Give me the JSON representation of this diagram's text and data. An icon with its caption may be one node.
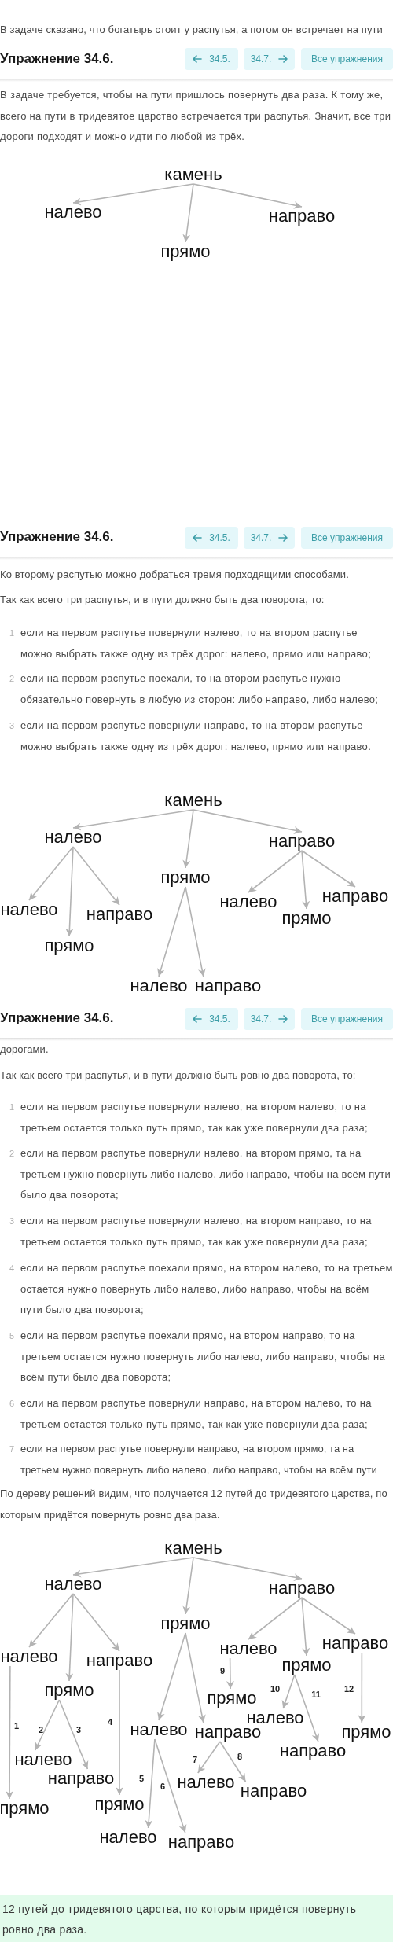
{
  "diagram": {
    "nodes": [
      {
        "text": [
          "камень"
        ]
      },
      {
        "text": [
          "налево"
        ]
      },
      {
        "text": [
          "прямо"
        ]
      },
      {
        "text": [
          "направо"
        ]
      },
      {
        "text": [
          "камень"
        ]
      },
      {
        "text": [
          "налево"
        ]
      },
      {
        "text": [
          "прямо"
        ]
      },
      {
        "text": [
          "направо"
        ]
      },
      {
        "text": [
          "налево"
        ]
      },
      {
        "text": [
          "прямо"
        ]
      },
      {
        "text": [
          "направо"
        ]
      },
      {
        "text": [
          "налево"
        ]
      },
      {
        "text": [
          "направо"
        ]
      },
      {
        "text": [
          "налево"
        ]
      },
      {
        "text": [
          "прямо"
        ]
      },
      {
        "text": [
          "направо"
        ]
      },
      {
        "text": [
          "камень"
        ]
      },
      {
        "text": [
          "налево"
        ]
      },
      {
        "text": [
          "прямо"
        ]
      },
      {
        "text": [
          "направо"
        ]
      },
      {
        "text": [
          "налево"
        ]
      },
      {
        "text": [
          "прямо"
        ]
      },
      {
        "text": [
          "направо"
        ]
      },
      {
        "text": [
          "налево"
        ]
      },
      {
        "text": [
          "направо"
        ]
      },
      {
        "text": [
          "налево"
        ]
      },
      {
        "text": [
          "прямо"
        ]
      },
      {
        "text": [
          "направо"
        ]
      },
      {
        "text": [
          "прямо"
        ]
      },
      {
        "text": [
          "налево"
        ]
      },
      {
        "text": [
          "направо"
        ]
      },
      {
        "text": [
          "прямо"
        ]
      },
      {
        "text": [
          "налево"
        ]
      },
      {
        "text": [
          "направо"
        ]
      },
      {
        "text": [
          "налево"
        ]
      },
      {
        "text": [
          "направо"
        ]
      },
      {
        "text": [
          "прямо"
        ]
      },
      {
        "text": [
          "налево"
        ]
      },
      {
        "text": [
          "направо"
        ]
      },
      {
        "text": [
          "прямо"
        ]
      }
    ],
    "edges": [
      {
        "from": 0,
        "to": 1,
        "arrow": "to"
      },
      {
        "from": 0,
        "to": 2,
        "arrow": "to"
      },
      {
        "from": 0,
        "to": 3,
        "arrow": "to"
      },
      {
        "from": 4,
        "to": 5,
        "arrow": "to"
      },
      {
        "from": 4,
        "to": 6,
        "arrow": "to"
      },
      {
        "from": 4,
        "to": 7,
        "arrow": "to"
      },
      {
        "from": 5,
        "to": 8,
        "arrow": "to"
      },
      {
        "from": 5,
        "to": 9,
        "arrow": "to"
      },
      {
        "from": 5,
        "to": 10,
        "arrow": "to"
      },
      {
        "from": 6,
        "to": 11,
        "arrow": "to"
      },
      {
        "from": 6,
        "to": 12,
        "arrow": "to"
      },
      {
        "from": 7,
        "to": 13,
        "arrow": "to"
      },
      {
        "from": 7,
        "to": 14,
        "arrow": "to"
      },
      {
        "from": 7,
        "to": 15,
        "arrow": "to"
      },
      {
        "from": 16,
        "to": 17,
        "arrow": "to"
      },
      {
        "from": 16,
        "to": 18,
        "arrow": "to"
      },
      {
        "from": 16,
        "to": 19,
        "arrow": "to"
      },
      {
        "from": 17,
        "to": 20,
        "arrow": "to"
      },
      {
        "from": 17,
        "to": 21,
        "arrow": "to"
      },
      {
        "from": 17,
        "to": 22,
        "arrow": "to"
      },
      {
        "from": 18,
        "to": 23,
        "arrow": "to"
      },
      {
        "from": 18,
        "to": 24,
        "arrow": "to"
      },
      {
        "from": 19,
        "to": 25,
        "arrow": "to"
      },
      {
        "from": 19,
        "to": 26,
        "arrow": "to"
      },
      {
        "from": 19,
        "to": 27,
        "arrow": "to"
      },
      {
        "from": 20,
        "to": 28,
        "arrow": "to",
        "label": "1"
      },
      {
        "from": 21,
        "to": 29,
        "arrow": "to",
        "label": "2"
      },
      {
        "from": 21,
        "to": 30,
        "arrow": "to",
        "label": "3"
      },
      {
        "from": 22,
        "to": 31,
        "arrow": "to",
        "label": "4"
      },
      {
        "from": 23,
        "to": 32,
        "arrow": "to",
        "label": "5"
      },
      {
        "from": 23,
        "to": 33,
        "arrow": "to",
        "label": "6"
      },
      {
        "from": 24,
        "to": 34,
        "arrow": "to",
        "label": "7"
      },
      {
        "from": 24,
        "to": 35,
        "arrow": "to",
        "label": "8"
      },
      {
        "from": 25,
        "to": 36,
        "arrow": "to",
        "label": "9"
      },
      {
        "from": 26,
        "to": 37,
        "arrow": "to",
        "label": "10"
      },
      {
        "from": 26,
        "to": 38,
        "arrow": "to",
        "label": "11"
      },
      {
        "from": 27,
        "to": 39,
        "arrow": "to",
        "label": "12"
      }
    ],
    "labels": [
      "В задаче сказано, что богатырь стоит у распутья, а потом он встречает на пути",
      "Упражнение 34.6.",
      "34.5.",
      "34.7.",
      "Все упражнения",
      "В задаче требуется, чтобы на пути пришлось повернуть два раза. К тому же, всего на пути в тридевятое царство встречается три распутья. Значит, все три дороги подходят и можно идти по любой из трёх.",
      "Упражнение 34.6.",
      "34.5.",
      "34.7.",
      "Все упражнения",
      "Ко второму распутью можно добраться тремя подходящими способами.",
      "Так как всего три распутья, и в пути должно быть два поворота, то:",
      "1",
      "если на первом распутье повернули налево, то на втором распутье можно выбрать также одну из трёх дорог: налево, прямо или направо;",
      "2",
      "если на первом распутье поехали, то на втором распутье нужно обязательно повернуть в любую из сторон: либо направо, либо налево;",
      "3",
      "если на первом распутье повернули направо, то на втором распутье можно выбрать также одну из трёх дорог: налево, прямо или направо.",
      "Упражнение 34.6.",
      "34.5.",
      "34.7.",
      "Все упражнения",
      "дорогами.",
      "Так как всего три распутья, и в пути должно быть ровно два поворота, то:",
      "1",
      "если на первом распутье повернули налево, на втором налево, то на третьем остается только путь прямо, так как уже повернули два раза;",
      "2",
      "если на первом распутье повернули налево, на втором прямо, та на третьем нужно повернуть либо налево, либо направо, чтобы на всём пути было два поворота;",
      "3",
      "если на первом распутье повернули налево, на втором направо, то на третьем остается только путь прямо, так как уже повернули два раза;",
      "4",
      "если на первом распутье поехали прямо, на втором налево, то на третьем остается нужно повернуть либо налево, либо направо, чтобы на всём пути было два поворота;",
      "5",
      "если на первом распутье поехали прямо, на втором направо, то на третьем остается нужно повернуть либо налево, либо направо, чтобы на всём пути было два поворота;",
      "6",
      "если на первом распутье повернули направо, на втором налево, то на третьем остается только путь прямо, так как уже повернули два раза;",
      "7",
      "если на первом распутье повернули направо, на втором прямо, та на третьем нужно повернуть либо налево, либо направо, чтобы на всём пути",
      "По дереву решений видим, что получается 12 путей до тридевятого царства, по которым придётся повернуть ровно два раза.",
      "12 путей до тридевятого царства, по которым придётся повернуть ровно два раза."
    ]
  }
}
